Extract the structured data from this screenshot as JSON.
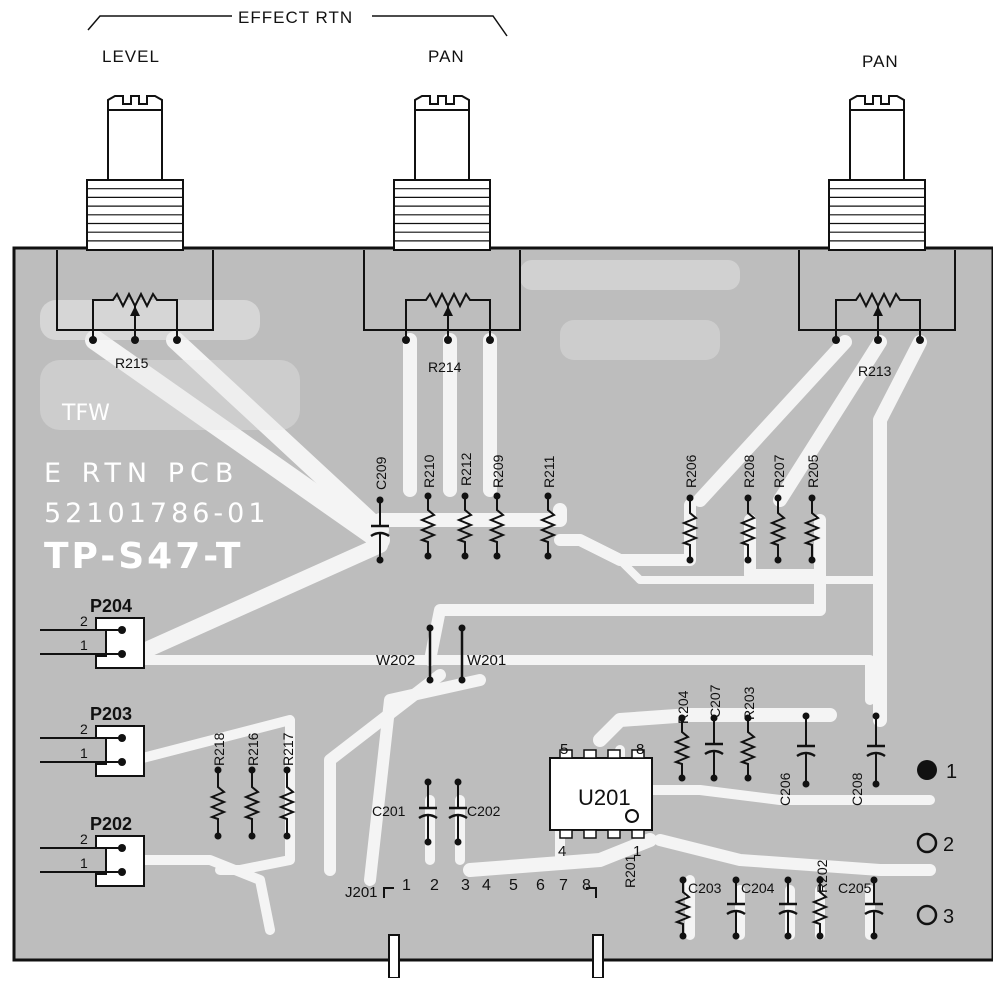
{
  "header": {
    "group_label": "EFFECT RTN",
    "level_label": "LEVEL",
    "pan_label_1": "PAN",
    "pan_label_2": "PAN"
  },
  "board": {
    "silk_1": "TFW",
    "silk_2": "E RTN PCB",
    "silk_3": "52101786-01",
    "silk_4": "TP-S47-T"
  },
  "components": {
    "pots": [
      "R215",
      "R214",
      "R213"
    ],
    "resistors": [
      "R210",
      "R212",
      "R209",
      "R211",
      "R206",
      "R208",
      "R207",
      "R205",
      "R204",
      "R203",
      "R218",
      "R216",
      "R217",
      "R201",
      "R202"
    ],
    "capacitors": [
      "C209",
      "C207",
      "C206",
      "C208",
      "C201",
      "C202",
      "C203",
      "C204",
      "C205"
    ],
    "wires": [
      "W202",
      "W201"
    ],
    "ic": "U201",
    "ic_pins": [
      "5",
      "8",
      "4",
      "1"
    ]
  },
  "connectors": {
    "p204": {
      "name": "P204",
      "pins": [
        "2",
        "1"
      ]
    },
    "p203": {
      "name": "P203",
      "pins": [
        "2",
        "1"
      ]
    },
    "p202": {
      "name": "P202",
      "pins": [
        "2",
        "1"
      ]
    },
    "j201": {
      "name": "J201",
      "pins": [
        "1",
        "2",
        "3",
        "4",
        "5",
        "6",
        "7",
        "8"
      ]
    }
  },
  "terminals": [
    "1",
    "2",
    "3"
  ],
  "colors": {
    "board": "#bdbdbd",
    "trace": "#f4f4f4",
    "ink": "#111111"
  }
}
